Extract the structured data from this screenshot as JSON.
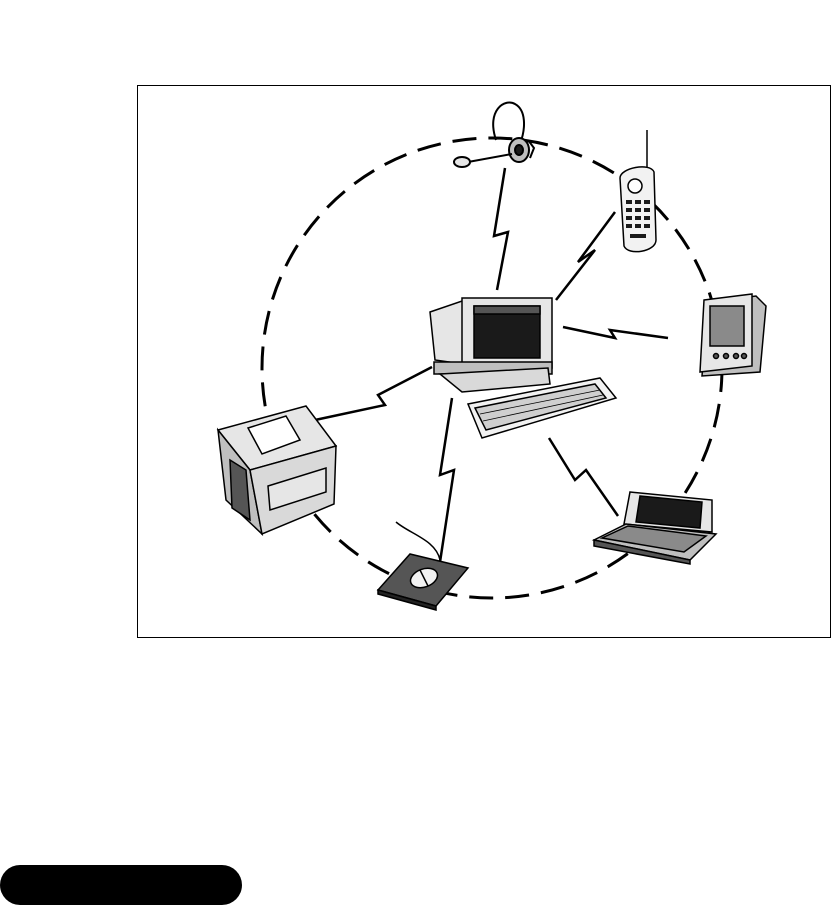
{
  "diagram": {
    "hub": {
      "name": "desktop-computer",
      "icon": "desktop-computer-icon"
    },
    "devices": [
      {
        "name": "headset",
        "icon": "headset-icon"
      },
      {
        "name": "cordless-phone",
        "icon": "cordless-phone-icon"
      },
      {
        "name": "pda",
        "icon": "pda-icon"
      },
      {
        "name": "laptop",
        "icon": "laptop-icon"
      },
      {
        "name": "mouse",
        "icon": "mouse-icon"
      },
      {
        "name": "printer",
        "icon": "printer-icon"
      }
    ],
    "link_style": "lightning-bolt",
    "boundary_style": "dashed-circle",
    "colors": {
      "line": "#000000",
      "screen": "#1a1a1a",
      "device_light": "#e6e6e6",
      "device_mid": "#bfbfbf",
      "device_dark": "#555555",
      "background": "#ffffff"
    }
  },
  "footer": {
    "pill_color": "#000000"
  }
}
